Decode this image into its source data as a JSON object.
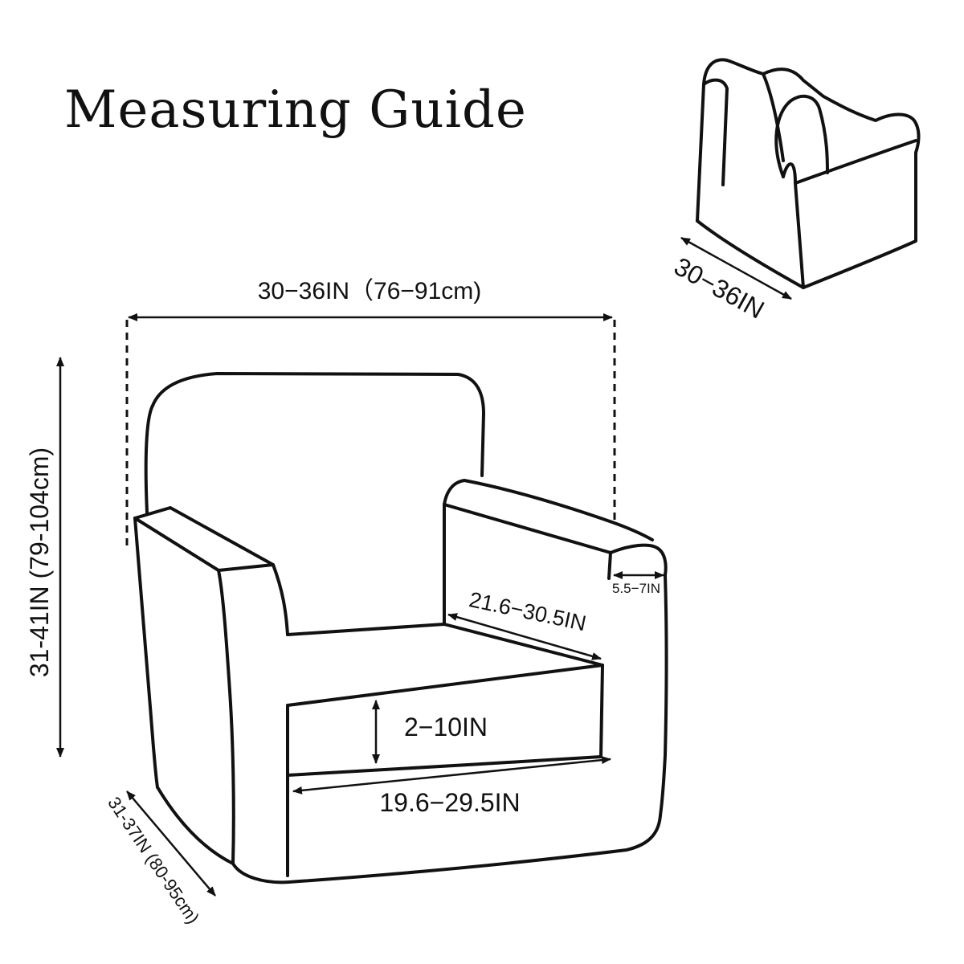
{
  "title": "Measuring Guide",
  "measurements": {
    "overall_width": "30−36IN（76−91cm)",
    "height": "31-41IN (79-104cm)",
    "depth": "31-37IN (80-95cm)",
    "arm_width": "5.5−7IN",
    "seat_depth": "21.6−30.5IN",
    "cushion_thickness": "2−10IN",
    "seat_width": "19.6−29.5IN",
    "side_depth": "30−36IN"
  },
  "colors": {
    "line": "#111111",
    "background": "#ffffff"
  }
}
